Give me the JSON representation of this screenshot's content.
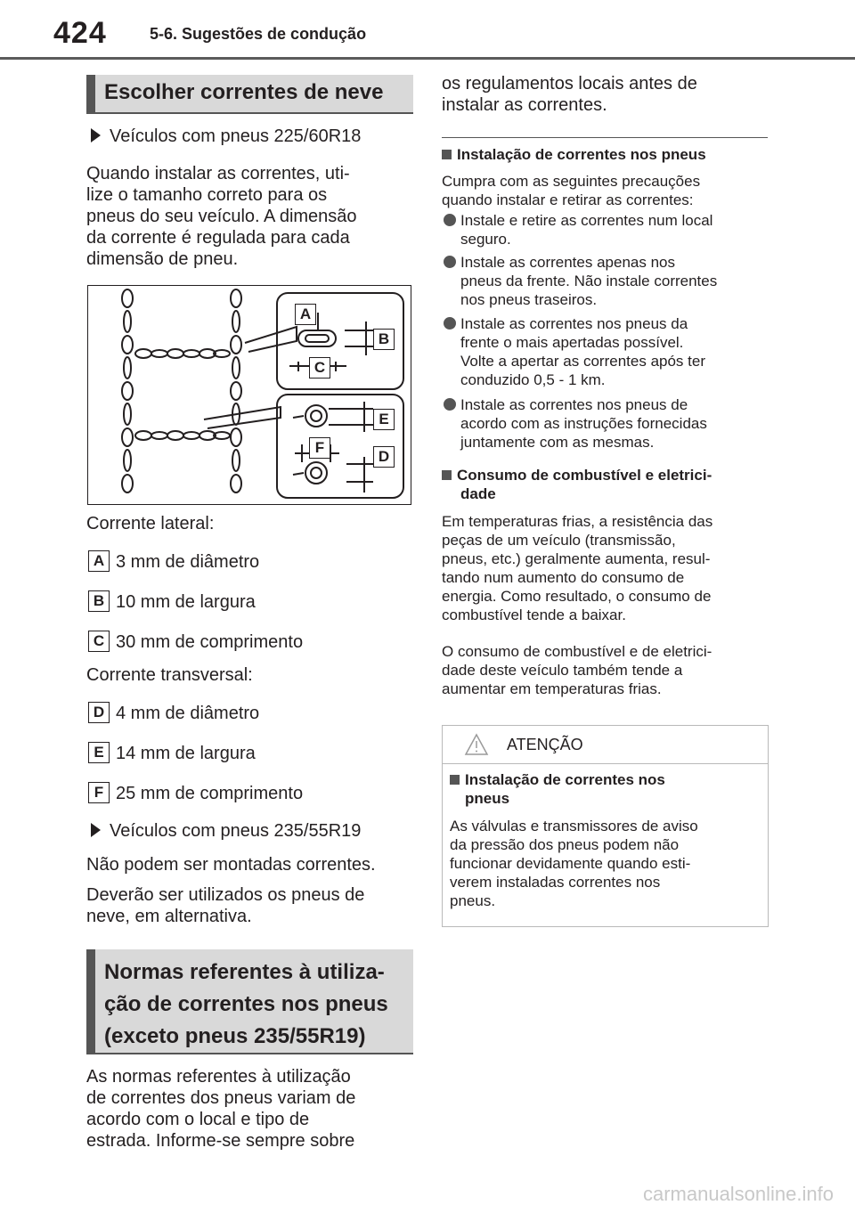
{
  "header": {
    "page_number": "424",
    "section": "5-6. Sugestões de condução"
  },
  "left": {
    "section1_title": "Escolher correntes de neve",
    "item1": "Veículos com pneus 225/60R18",
    "para1": [
      "Quando instalar as correntes, uti-",
      "lize o tamanho correto para os",
      "pneus do seu veículo. A dimensão",
      "da corrente é regulada para cada",
      "dimensão de pneu."
    ],
    "figure_labels": {
      "a": "A",
      "b": "B",
      "c": "C",
      "d": "D",
      "e": "E",
      "f": "F"
    },
    "side_chain_label": "Corrente lateral:",
    "side_specs": [
      {
        "label": "A",
        "text": "3 mm de diâmetro"
      },
      {
        "label": "B",
        "text": "10 mm de largura"
      },
      {
        "label": "C",
        "text": "30 mm de comprimento"
      }
    ],
    "cross_chain_label": "Corrente transversal:",
    "cross_specs": [
      {
        "label": "D",
        "text": "4 mm de diâmetro"
      },
      {
        "label": "E",
        "text": "14 mm de largura"
      },
      {
        "label": "F",
        "text": "25 mm de comprimento"
      }
    ],
    "item2": "Veículos com pneus 235/55R19",
    "para2": "Não podem ser montadas correntes.",
    "para3": [
      "Deverão ser utilizados os pneus de",
      "neve, em alternativa."
    ],
    "section2_title": [
      "Normas referentes à utiliza-",
      "ção de correntes nos pneus",
      "(exceto pneus 235/55R19)"
    ],
    "para4": [
      "As normas referentes à utilização",
      "de correntes dos pneus variam de",
      "acordo com o local e tipo de",
      "estrada. Informe-se sempre sobre"
    ]
  },
  "right": {
    "para_cont": [
      "os regulamentos locais antes de",
      "instalar as correntes."
    ],
    "sub1_title": "Instalação de correntes nos pneus",
    "sub1_intro": [
      "Cumpra com as seguintes precauções",
      "quando instalar e retirar as correntes:"
    ],
    "bullets": [
      [
        "Instale e retire as correntes num local",
        "seguro."
      ],
      [
        "Instale as correntes apenas nos",
        "pneus da frente. Não instale correntes",
        "nos pneus traseiros."
      ],
      [
        "Instale as correntes nos pneus da",
        "frente o mais apertadas possível.",
        "Volte a apertar as correntes após ter",
        "conduzido 0,5 - 1 km."
      ],
      [
        "Instale as correntes nos pneus de",
        "acordo com as instruções fornecidas",
        "juntamente com as mesmas."
      ]
    ],
    "sub2_title": [
      "Consumo de combustível e eletrici-",
      "dade"
    ],
    "sub2_para1": [
      "Em temperaturas frias, a resistência das",
      "peças de um veículo (transmissão,",
      "pneus, etc.) geralmente aumenta, resul-",
      "tando num aumento do consumo de",
      "energia. Como resultado, o consumo de",
      "combustível tende a baixar."
    ],
    "sub2_para2": [
      "O consumo de combustível e de eletrici-",
      "dade deste veículo também tende a",
      "aumentar em temperaturas frias."
    ],
    "warning": {
      "title": "ATENÇÃO",
      "sub_title": [
        "Instalação de correntes nos",
        "pneus"
      ],
      "text": [
        "As válvulas e transmissores de aviso",
        "da pressão dos pneus podem não",
        "funcionar devidamente quando esti-",
        "verem instaladas correntes nos",
        "pneus."
      ]
    }
  },
  "watermark": "carmanualsonline.info"
}
